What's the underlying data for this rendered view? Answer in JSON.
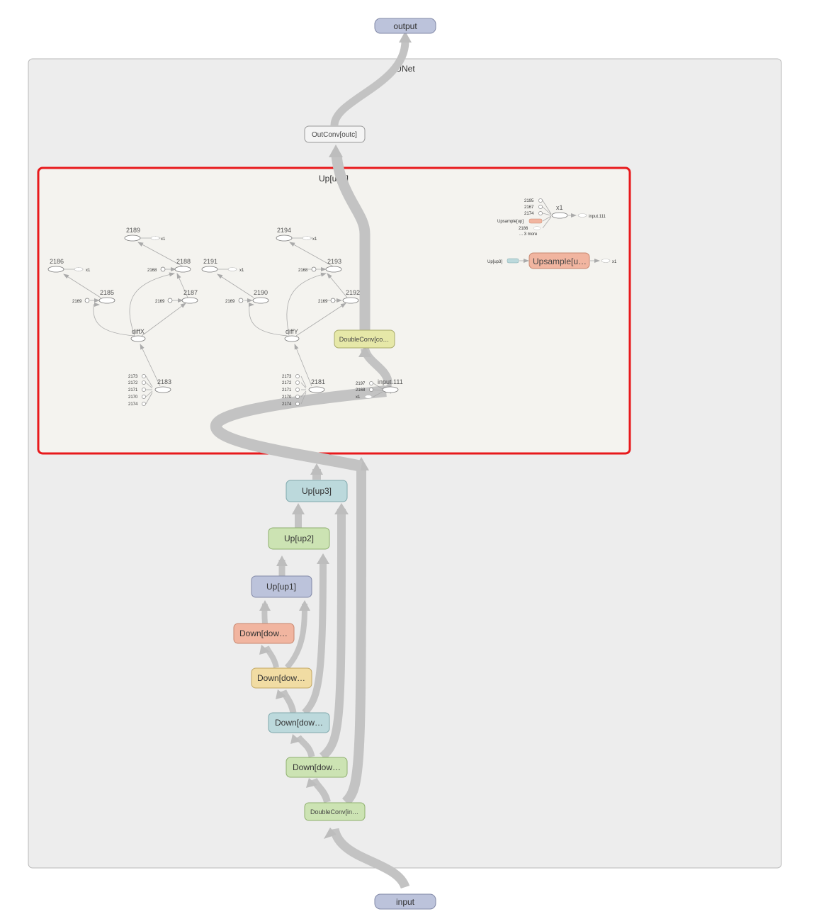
{
  "graph": {
    "top_node": "output",
    "bottom_node": "input",
    "container_title": "UNet",
    "colors": {
      "background": "#ffffff",
      "container_fill": "#ededed",
      "container_border": "#b9b9b9",
      "expanded_fill": "#f4f3ef",
      "highlight": "#e8191c",
      "edge": "#bdbdbd",
      "blue": "#bcc3db",
      "teal": "#bcd9dc",
      "green": "#cce3b3",
      "orange": "#f1b5a0",
      "yellow": "#f1dca3",
      "lime": "#e6e8a8"
    },
    "nodes": {
      "outconv": "OutConv[outc]",
      "up3": "Up[up3]",
      "up2": "Up[up2]",
      "up1": "Up[up1]",
      "down4": "Down[dow…",
      "down3": "Down[dow…",
      "down2": "Down[dow…",
      "down1": "Down[dow…",
      "inc": "DoubleConv[in…"
    },
    "up4": {
      "title": "Up[up4]",
      "doubleconv": "DoubleConv[co…",
      "left": {
        "top_node": "2189",
        "top_out": "x1",
        "branch_node": "2186",
        "branch_out": "x1",
        "const_a": "2168",
        "merge_a": "2188",
        "mid_node": "2185",
        "mid_in": "2169",
        "merge_b": "2187",
        "merge_b_in": "2169",
        "diff": "diffX",
        "src_node": "2183",
        "src_inputs": [
          "2173",
          "2172",
          "2171",
          "2170",
          "2174"
        ]
      },
      "right": {
        "top_node": "2194",
        "top_out": "x1",
        "branch_node": "2191",
        "branch_out": "x1",
        "const_a": "2168",
        "merge_a": "2193",
        "mid_node": "2190",
        "mid_in": "2169",
        "merge_b": "2192",
        "merge_b_in": "2169",
        "diff": "diffY",
        "src_node": "2181",
        "src_inputs": [
          "2173",
          "2172",
          "2171",
          "2170",
          "2174"
        ]
      },
      "cat": {
        "label": "input.111",
        "inputs": [
          "2197",
          "2168",
          "x1"
        ]
      },
      "aux1": {
        "inputs": [
          "2195",
          "2167",
          "2174"
        ],
        "upsample": "Upsample[up]",
        "more_a": "2186",
        "more_b": "... 3 more",
        "node": "x1",
        "out": "input.111"
      },
      "aux2": {
        "src": "Up[up3]",
        "node": "Upsample[u…",
        "out": "x1"
      }
    }
  }
}
